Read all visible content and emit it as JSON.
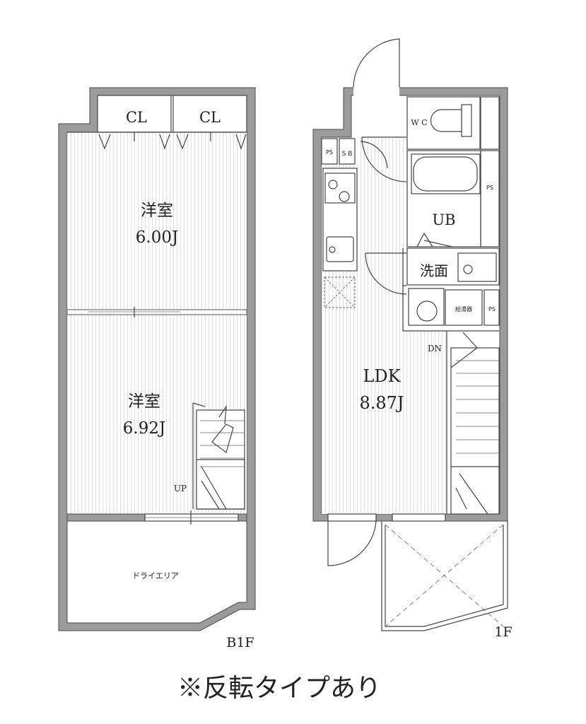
{
  "floors": {
    "b1f": {
      "label": "B1F",
      "closet_left": "CL",
      "closet_right": "CL",
      "room_upper_name": "洋室",
      "room_upper_size": "6.00J",
      "room_lower_name": "洋室",
      "room_lower_size": "6.92J",
      "stairs_label": "UP",
      "dry_area": "ドライエリア"
    },
    "f1": {
      "label": "1F",
      "ldk_name": "LDK",
      "ldk_size": "8.87J",
      "wc": "W C",
      "ub": "UB",
      "washroom": "洗面",
      "water_heater": "給湯器",
      "sb": "S B",
      "ps_1": "PS",
      "ps_2": "PS",
      "ps_3": "PS",
      "stairs_label": "DN"
    }
  },
  "note": "※反転タイプあり"
}
